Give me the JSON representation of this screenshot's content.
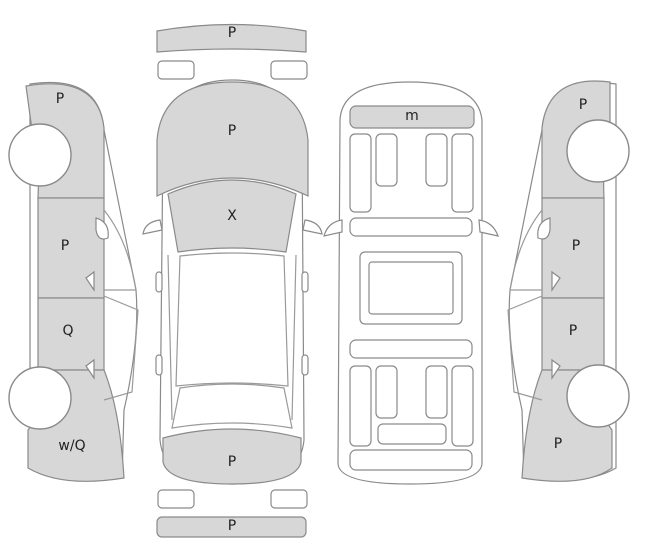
{
  "labels": {
    "front_bumper": "P",
    "hood": "P",
    "windshield": "X",
    "trunk": "P",
    "rear_bumper": "P",
    "roof": "m",
    "left_front_fender": "P",
    "left_front_door": "P",
    "left_rear_door": "Q",
    "left_rear_quarter": "w/Q",
    "right_front_fender": "P",
    "right_front_door": "P",
    "right_rear_door": "P",
    "right_rear_quarter": "P"
  },
  "colors": {
    "damaged_fill": "#d7d7d7",
    "outline": "#8a8a8a",
    "background": "#ffffff"
  }
}
